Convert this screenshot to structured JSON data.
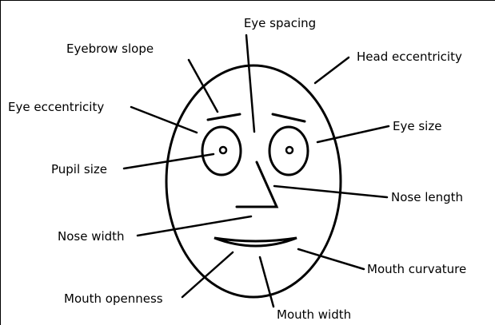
{
  "labels": {
    "eye_spacing": "Eye spacing",
    "eyebrow_slope": "Eyebrow slope",
    "head_eccentricity": "Head eccentricity",
    "eye_eccentricity": "Eye eccentricity",
    "eye_size": "Eye size",
    "pupil_size": "Pupil size",
    "nose_length": "Nose length",
    "nose_width": "Nose width",
    "mouth_curvature": "Mouth curvature",
    "mouth_openness": "Mouth openness",
    "mouth_width": "Mouth width"
  },
  "colors": {
    "stroke": "#000000",
    "background": "#ffffff"
  }
}
